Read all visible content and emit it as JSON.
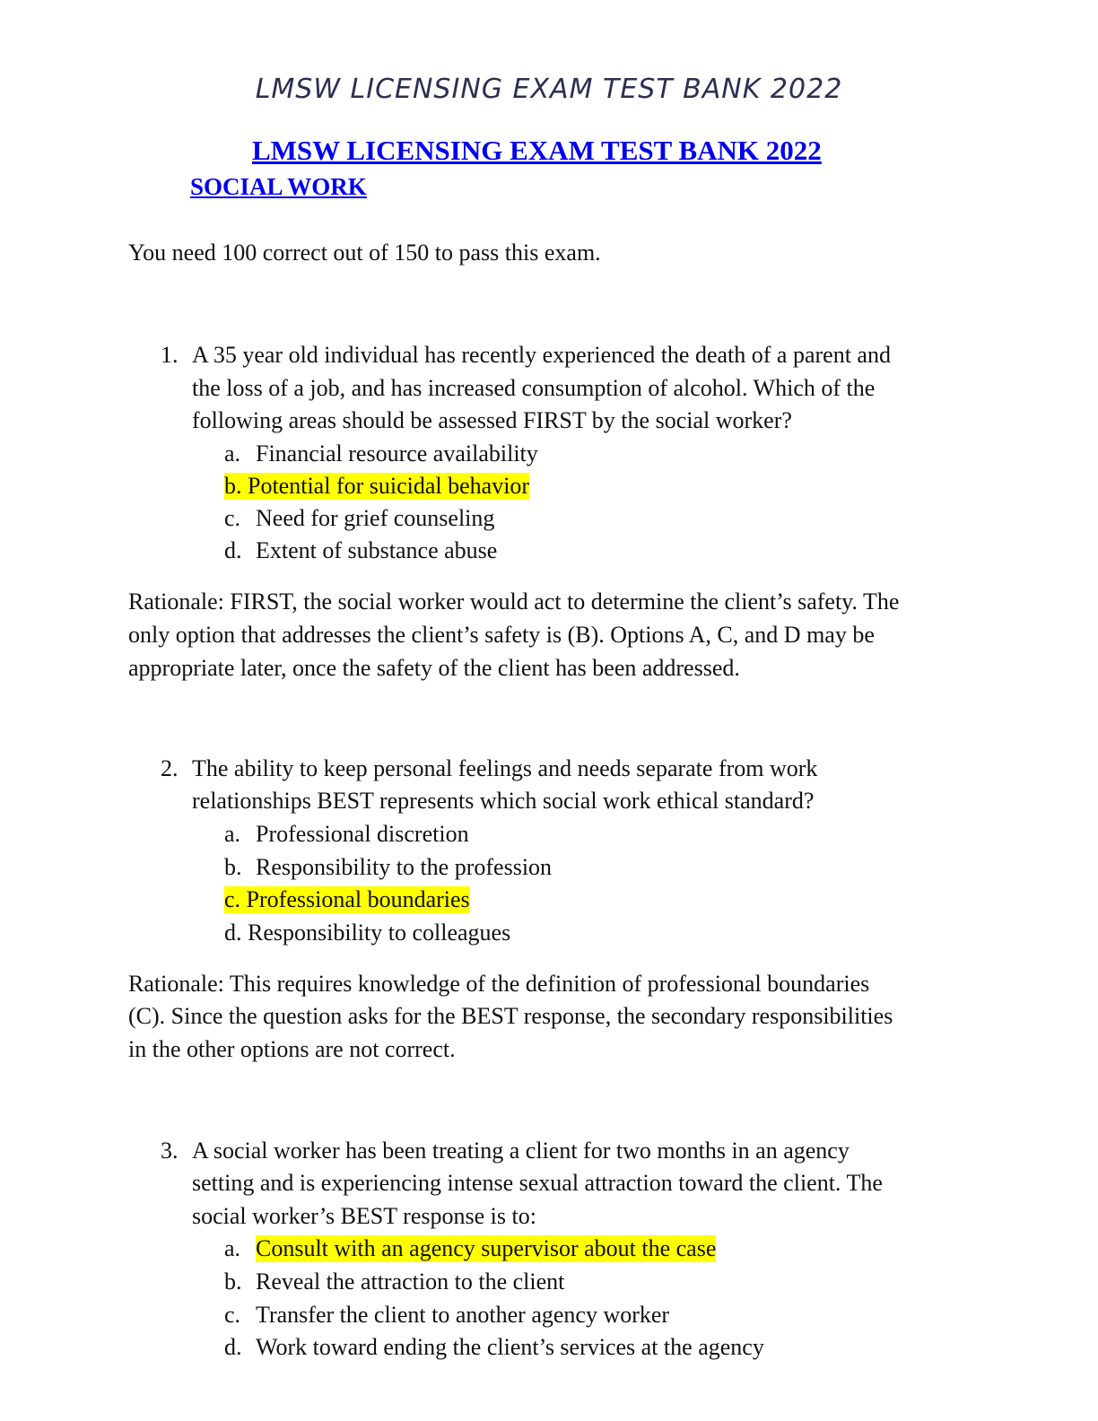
{
  "header": "LMSW LICENSING EXAM TEST BANK 2022",
  "title_link": "LMSW LICENSING EXAM TEST BANK 2022",
  "subtitle_link": "SOCIAL WORK ",
  "intro": "You need 100 correct out of 150 to pass this exam.",
  "questions": [
    {
      "number": "1.",
      "lines": [
        "A 35 year old individual has recently experienced the death of a parent and",
        "the loss of a job, and has increased consumption of alcohol. Which of the",
        "following areas should be assessed FIRST by the social worker?"
      ],
      "options": [
        {
          "letter": "a.",
          "text": "Financial resource availability"
        },
        {
          "letter": "b.",
          "text": "Potential for suicidal behavior"
        },
        {
          "letter": "c.",
          "text": "Need for grief counseling"
        },
        {
          "letter": "d.",
          "text": "Extent of substance abuse"
        }
      ],
      "rationale": [
        "Rationale: FIRST, the social worker would act to determine the client’s safety. The",
        "only option that addresses the client’s safety is (B). Options A, C, and D may be",
        "appropriate later, once the safety of the client has been addressed."
      ]
    },
    {
      "number": "2.",
      "lines": [
        "The ability to keep personal feelings and needs separate from work",
        "relationships BEST represents which social work ethical standard?"
      ],
      "options": [
        {
          "letter": "a.",
          "text": "Professional discretion"
        },
        {
          "letter": "b.",
          "text": "Responsibility to the profession"
        },
        {
          "letter": "c.",
          "text": "Professional boundaries"
        },
        {
          "letter": "d.",
          "text": "Responsibility to colleagues"
        }
      ],
      "rationale": [
        "Rationale: This requires knowledge of the definition of professional boundaries",
        "(C). Since the question asks for the BEST response, the secondary responsibilities",
        "in the other options are not correct."
      ]
    },
    {
      "number": "3.",
      "lines": [
        "A social worker has been treating a client for two months in an agency",
        "setting and is experiencing intense sexual attraction toward the client. The",
        "social worker’s BEST response is to:"
      ],
      "options": [
        {
          "letter": "a.",
          "text": "Consult with an agency supervisor about the case"
        },
        {
          "letter": "b.",
          "text": "Reveal the attraction to the client"
        },
        {
          "letter": "c.",
          "text": "Transfer the client to another agency worker"
        },
        {
          "letter": "d.",
          "text": "Work toward ending the client’s services at the agency"
        }
      ]
    }
  ],
  "highlight_color": "#ffff00",
  "link_color": "#0000ee"
}
